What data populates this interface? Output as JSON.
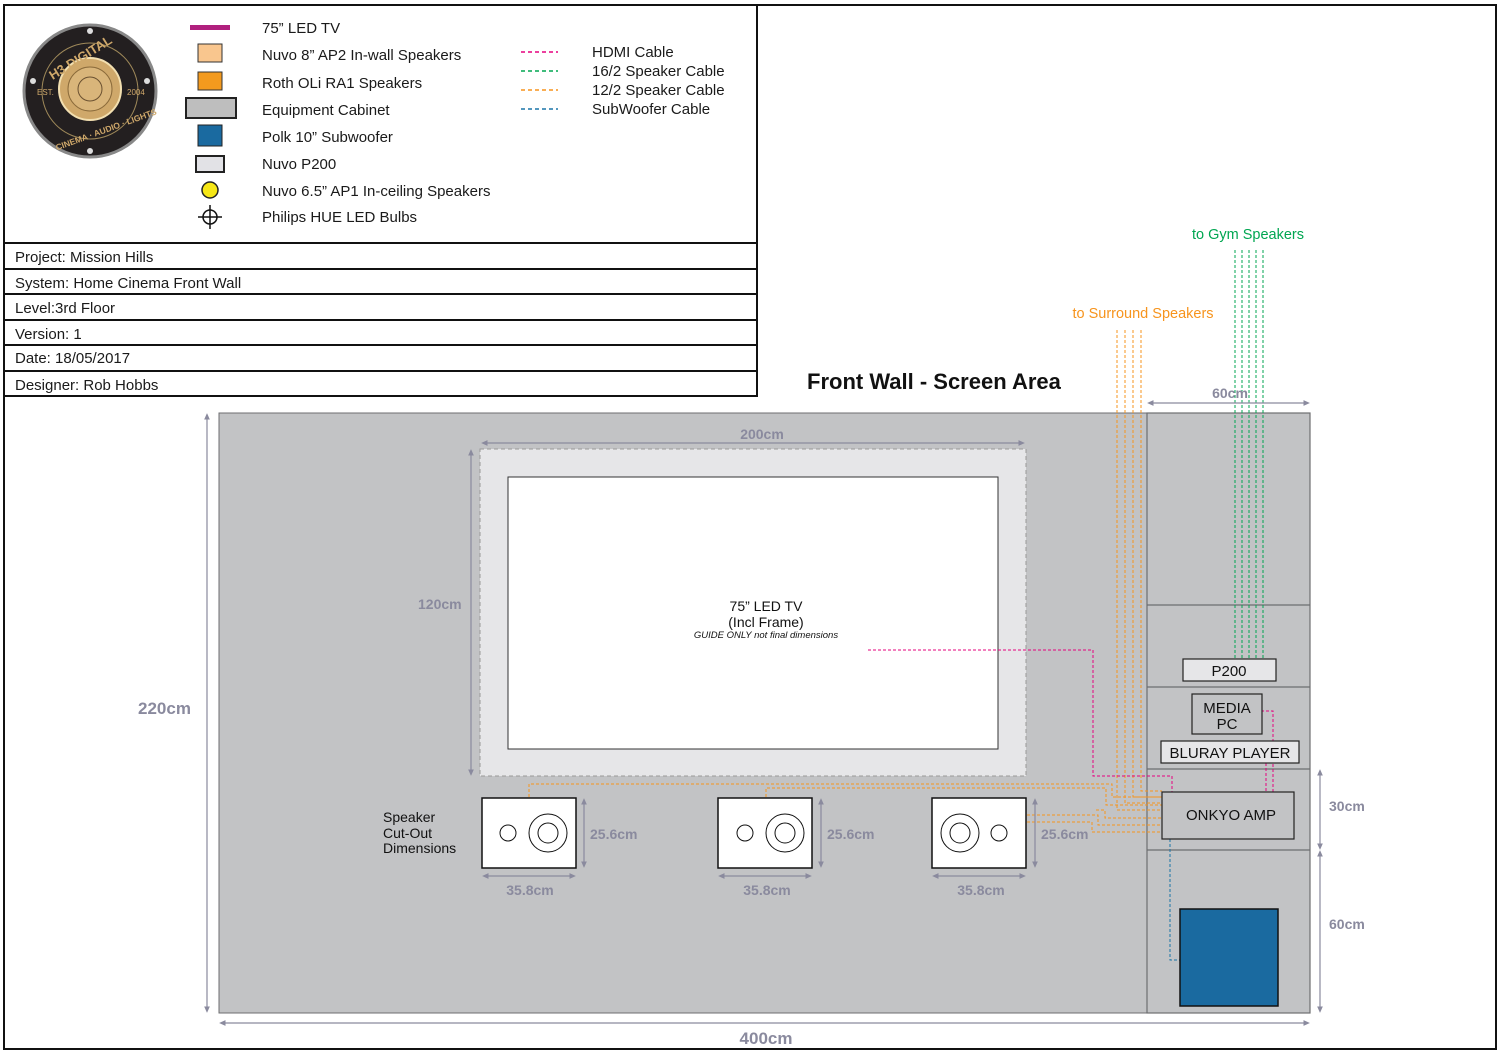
{
  "logo": {
    "name": "H3 DIGITAL",
    "tagline": "CINEMA · AUDIO · LIGHTS",
    "est": "EST.",
    "year": "2004"
  },
  "legend": {
    "items": [
      {
        "label": "75” LED TV",
        "icon": "tv-line-icon",
        "color": "#b0207e"
      },
      {
        "label": "Nuvo 8” AP2 In-wall Speakers",
        "icon": "square-icon",
        "color": "#f9c68e"
      },
      {
        "label": "Roth OLi RA1 Speakers",
        "icon": "square-icon",
        "color": "#f39a1e"
      },
      {
        "label": "Equipment Cabinet",
        "icon": "rect-icon",
        "color": "#bebebe"
      },
      {
        "label": "Polk 10” Subwoofer",
        "icon": "square-icon",
        "color": "#1a6aa0"
      },
      {
        "label": "Nuvo P200",
        "icon": "rect-icon",
        "color": "#e2e2e6"
      },
      {
        "label": "Nuvo 6.5” AP1 In-ceiling Speakers",
        "icon": "circle-icon",
        "color": "#f6e716"
      },
      {
        "label": "Philips HUE LED Bulbs",
        "icon": "crosshair-icon",
        "color": "#111111"
      }
    ],
    "cables": [
      {
        "label": "HDMI Cable",
        "color": "#e6007e"
      },
      {
        "label": "16/2 Speaker Cable",
        "color": "#00a651"
      },
      {
        "label": "12/2 Speaker Cable",
        "color": "#f7941d"
      },
      {
        "label": "SubWoofer Cable",
        "color": "#1a75a8"
      }
    ]
  },
  "info": {
    "project": "Project: Mission Hills",
    "system": "System: Home Cinema Front Wall",
    "level": "Level:3rd Floor",
    "version": "Version: 1",
    "date": "Date: 18/05/2017",
    "designer": "Designer: Rob Hobbs"
  },
  "diagram": {
    "title": "Front Wall - Screen Area",
    "to_gym": "to Gym Speakers",
    "to_surround": "to Surround Speakers",
    "tv_title": "75” LED TV",
    "tv_sub": "(Incl Frame)",
    "tv_note": "GUIDE ONLY not final dimensions",
    "speaker_label": [
      "Speaker",
      "Cut-Out",
      "Dimensions"
    ],
    "p200": "P200",
    "media_pc": [
      "MEDIA",
      "PC"
    ],
    "bluray": "BLURAY PLAYER",
    "amp": "ONKYO AMP",
    "dims": {
      "wall_height": "220cm",
      "wall_width": "400cm",
      "cabinet_width": "60cm",
      "tv_width": "200cm",
      "tv_height": "120cm",
      "speaker_h": "25.6cm",
      "speaker_w": "35.8cm",
      "amp_shelf": "30cm",
      "sub_shelf": "60cm"
    }
  }
}
